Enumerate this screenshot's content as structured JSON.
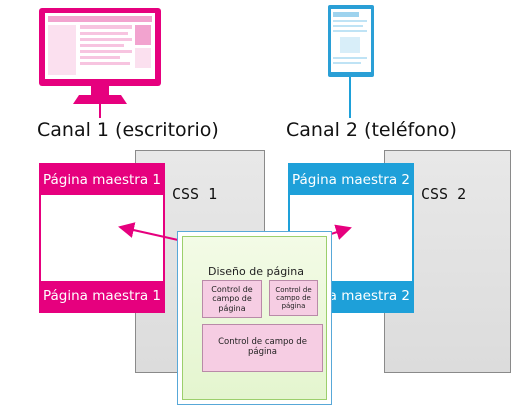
{
  "channels": [
    {
      "caption": "Canal 1 (escritorio)",
      "master_label": "Página maestra 1",
      "css_label": "CSS 1"
    },
    {
      "caption": "Canal 2 (teléfono)",
      "master_label": "Página maestra 2",
      "css_label": "CSS 2"
    }
  ],
  "layout": {
    "title": "Diseño de página",
    "control_a": "Control de campo de página",
    "control_b": "Control de campo de página",
    "control_c": "Control de campo de página"
  },
  "colors": {
    "channel1": "#e6007e",
    "channel2": "#1ea0d9",
    "layout_bg": "#e4f5cf",
    "control_bg": "#f6cde3"
  },
  "icons": [
    "desktop-monitor-icon",
    "phone-icon"
  ]
}
